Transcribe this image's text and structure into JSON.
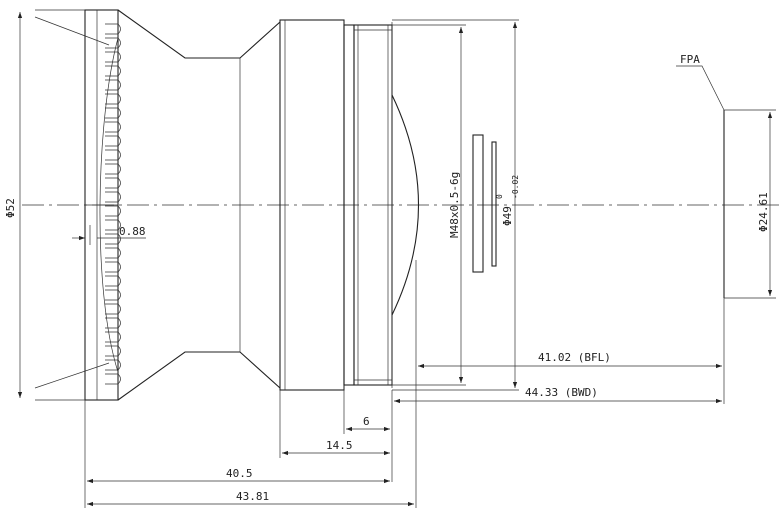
{
  "drawing": {
    "dimensions": {
      "outer_diameter": "Φ52",
      "flange_depth": "0.88",
      "thread": "M48x0.5-6g",
      "mount_diameter_main": "Φ49",
      "mount_diameter_tol_upper": "0",
      "mount_diameter_tol_lower": "-0.02",
      "fpa_diameter": "Φ24.61",
      "bfl": "41.02 (BFL)",
      "bwd": "44.33 (BWD)",
      "len_6": "6",
      "len_14_5": "14.5",
      "len_40_5": "40.5",
      "len_43_81": "43.81"
    },
    "labels": {
      "fpa": "FPA"
    }
  }
}
